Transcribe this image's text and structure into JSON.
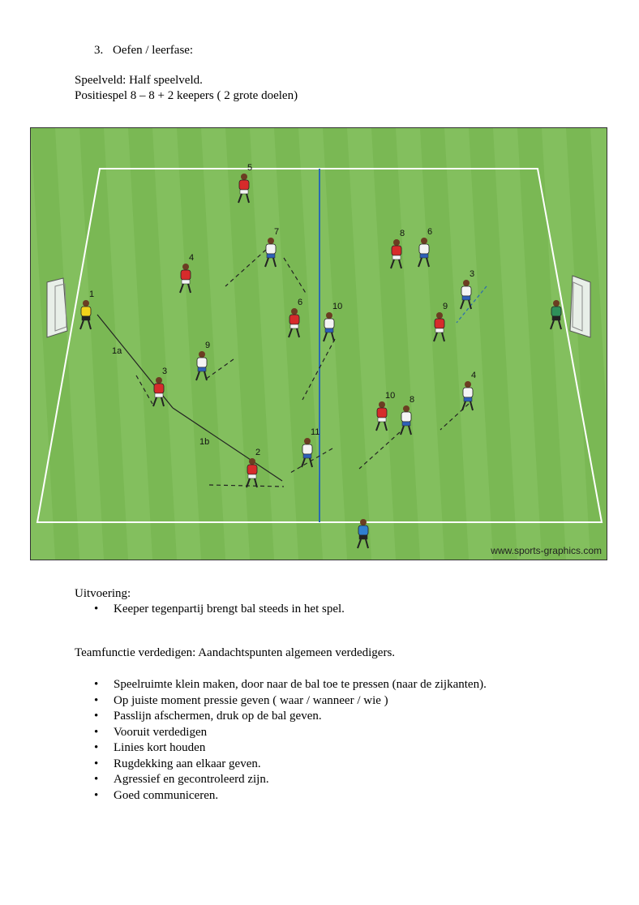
{
  "section": {
    "number": "3.",
    "title": "Oefen / leerfase:"
  },
  "setup": {
    "field": "Speelveld: Half speelveld.",
    "game": "Positiespel 8 – 8 + 2 keepers ( 2 grote doelen)"
  },
  "diagram": {
    "watermark": "www.sports-graphics.com",
    "pass_labels": [
      "1a",
      "1b"
    ],
    "players": [
      {
        "label": "5",
        "team": "red"
      },
      {
        "label": "4",
        "team": "red"
      },
      {
        "label": "6",
        "team": "red"
      },
      {
        "label": "3",
        "team": "red"
      },
      {
        "label": "2",
        "team": "red"
      },
      {
        "label": "8",
        "team": "red"
      },
      {
        "label": "9",
        "team": "red"
      },
      {
        "label": "10",
        "team": "red"
      },
      {
        "label": "7",
        "team": "white"
      },
      {
        "label": "9",
        "team": "white"
      },
      {
        "label": "10",
        "team": "white"
      },
      {
        "label": "11",
        "team": "white"
      },
      {
        "label": "6",
        "team": "white"
      },
      {
        "label": "3",
        "team": "white"
      },
      {
        "label": "4",
        "team": "white"
      },
      {
        "label": "8",
        "team": "white"
      },
      {
        "label": "1",
        "team": "keeper"
      },
      {
        "label": "",
        "team": "keeper2"
      },
      {
        "label": "",
        "team": "referee"
      }
    ],
    "colors": {
      "red": "#d62b2b",
      "white": "#f4f4f4",
      "keeper": "#f2d21b",
      "keeper2": "#2e8f5a",
      "referee": "#2f7fd0"
    }
  },
  "execution": {
    "heading": "Uitvoering:",
    "items": [
      "Keeper tegenpartij brengt bal steeds in het spel."
    ]
  },
  "team_function": {
    "heading": "Teamfunctie verdedigen:  Aandachtspunten algemeen verdedigers.",
    "items": [
      "Speelruimte klein maken, door naar de bal toe te pressen (naar de zijkanten).",
      "Op juiste moment pressie geven ( waar / wanneer / wie )",
      "Passlijn afschermen, druk op de bal geven.",
      "Vooruit verdedigen",
      "Linies kort houden",
      "Rugdekking aan elkaar geven.",
      "Agressief en gecontroleerd zijn.",
      "Goed communiceren."
    ]
  }
}
